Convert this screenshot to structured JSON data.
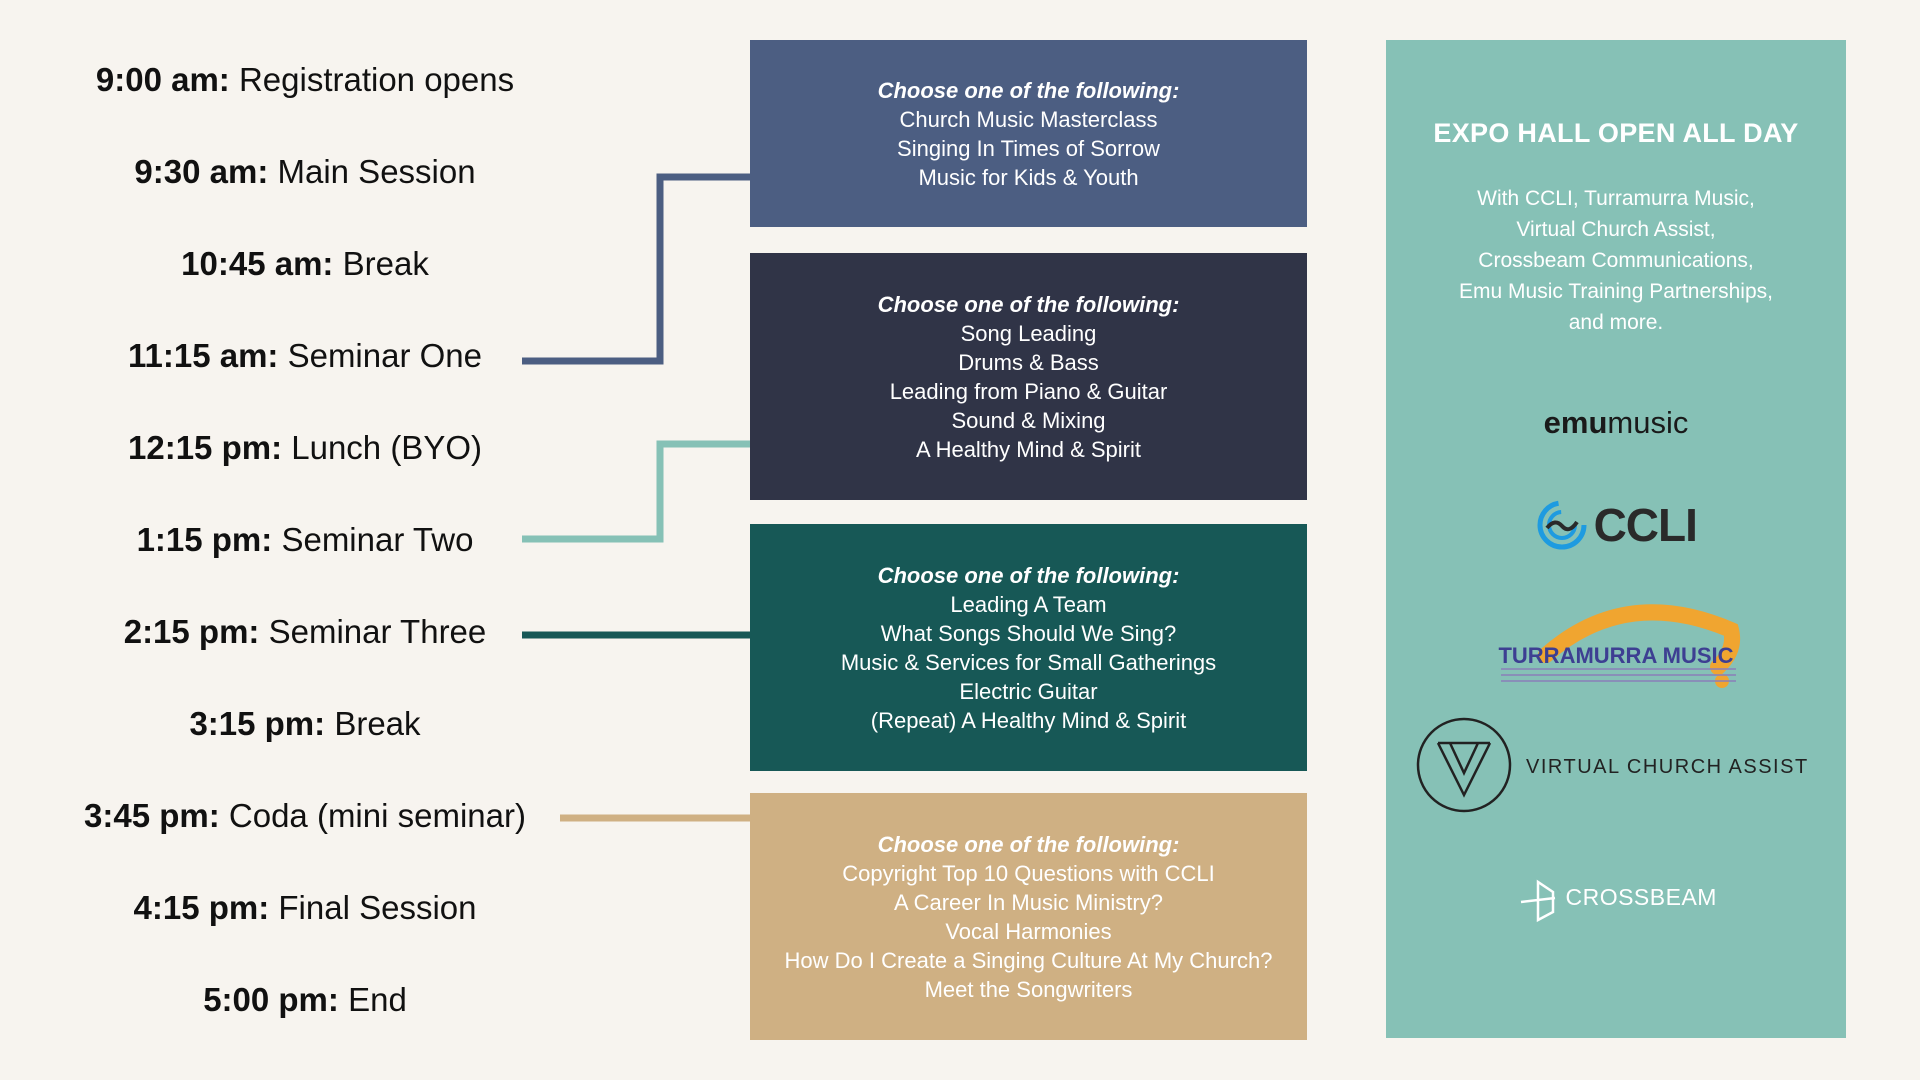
{
  "schedule": [
    {
      "time": "9:00 am:",
      "event": "Registration opens"
    },
    {
      "time": "9:30 am:",
      "event": "Main Session"
    },
    {
      "time": "10:45 am:",
      "event": "Break"
    },
    {
      "time": "11:15 am:",
      "event": "Seminar One"
    },
    {
      "time": "12:15 pm:",
      "event": "Lunch (BYO)"
    },
    {
      "time": "1:15 pm:",
      "event": "Seminar Two"
    },
    {
      "time": "2:15 pm:",
      "event": "Seminar Three"
    },
    {
      "time": "3:15 pm:",
      "event": "Break"
    },
    {
      "time": "3:45 pm:",
      "event": "Coda (mini seminar)"
    },
    {
      "time": "4:15 pm:",
      "event": "Final Session"
    },
    {
      "time": "5:00 pm:",
      "event": "End"
    }
  ],
  "boxes": [
    {
      "heading": "Choose one of the following:",
      "color": "#4c5e82",
      "items": [
        "Church Music Masterclass",
        "Singing In Times of Sorrow",
        "Music for Kids & Youth"
      ]
    },
    {
      "heading": "Choose one of the following:",
      "color": "#303447",
      "items": [
        "Song Leading",
        "Drums & Bass",
        "Leading from Piano & Guitar",
        "Sound & Mixing",
        "A Healthy Mind & Spirit"
      ]
    },
    {
      "heading": "Choose one of the following:",
      "color": "#175856",
      "items": [
        "Leading A Team",
        "What Songs Should We Sing?",
        "Music & Services for Small Gatherings",
        "Electric Guitar",
        "(Repeat) A Healthy Mind & Spirit"
      ]
    },
    {
      "heading": "Choose one of the following:",
      "color": "#cfb083",
      "items": [
        "Copyright Top 10 Questions with CCLI",
        "A Career In Music Ministry?",
        "Vocal Harmonies",
        "How Do I Create a Singing Culture At My Church?",
        "Meet the Songwriters"
      ]
    }
  ],
  "connector_colors": [
    "#4c5e82",
    "#86c1b6",
    "#175856",
    "#cfb083"
  ],
  "expo": {
    "title": "EXPO HALL OPEN ALL DAY",
    "lines": [
      "With CCLI, Turramurra Music,",
      "Virtual Church Assist,",
      "Crossbeam Communications,",
      "Emu Music Training Partnerships,",
      "and more."
    ],
    "background": "#86c1b6",
    "logos": {
      "emu_bold": "emu",
      "emu_rest": "music",
      "ccli": "CCLI",
      "turramurra": "TURRAMURRA MUSIC",
      "vca": "VIRTUAL CHURCH ASSIST",
      "crossbeam": "CROSSBEAM"
    }
  }
}
